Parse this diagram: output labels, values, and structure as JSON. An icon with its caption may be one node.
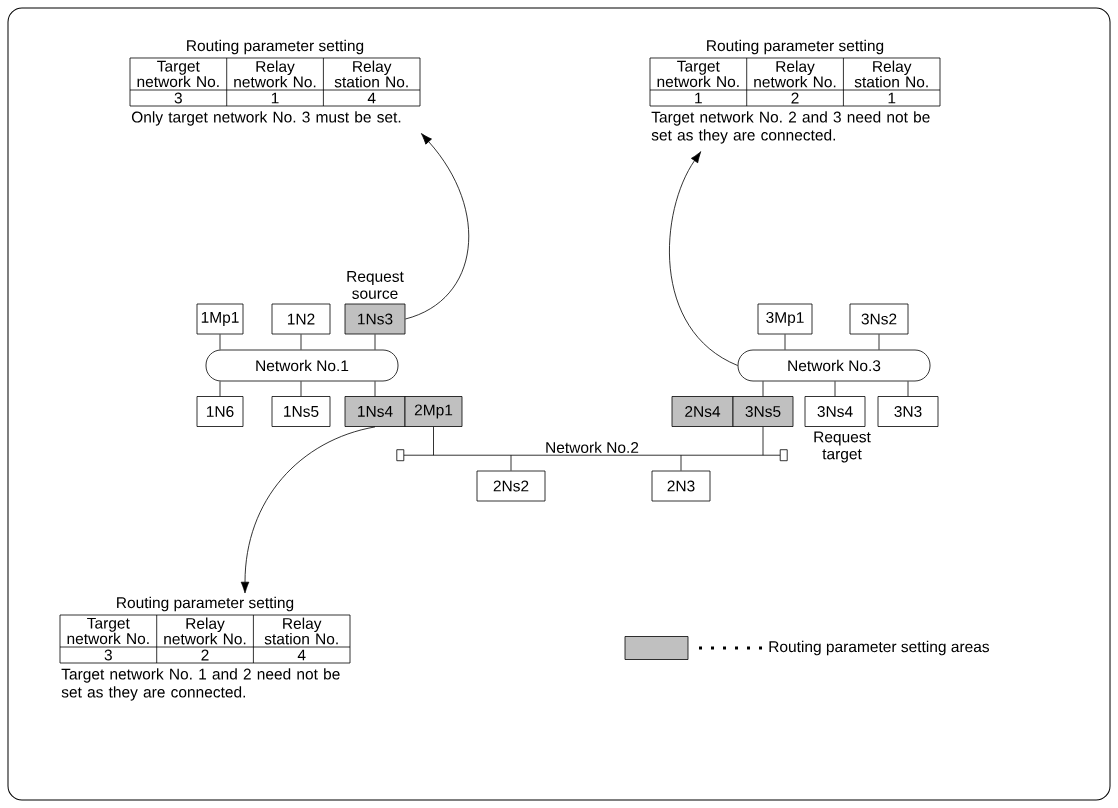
{
  "diagram": {
    "nodes": [
      {
        "text": [
          "Routing parameter setting",
          "Target network No.",
          "Relay network No.",
          "Relay station No.",
          "3",
          "1",
          "4",
          "Only target network No. 3 must be set."
        ]
      },
      {
        "text": [
          "Routing parameter setting",
          "Target network No.",
          "Relay network No.",
          "Relay station No.",
          "1",
          "2",
          "1",
          "Target network No. 2 and 3 need not be set as they are connected."
        ]
      },
      {
        "text": [
          "1Mp1"
        ]
      },
      {
        "text": [
          "1N2"
        ]
      },
      {
        "text": [
          "1Ns3"
        ],
        "beside": [
          "Request source"
        ]
      },
      {
        "text": [
          "Network No.1"
        ]
      },
      {
        "text": [
          "1N6"
        ]
      },
      {
        "text": [
          "1Ns5"
        ]
      },
      {
        "text": [
          "1Ns4"
        ]
      },
      {
        "text": [
          "2Mp1"
        ]
      },
      {
        "text": [
          "3Mp1"
        ]
      },
      {
        "text": [
          "3Ns2"
        ]
      },
      {
        "text": [
          "Network No.3"
        ]
      },
      {
        "text": [
          "2Ns4"
        ]
      },
      {
        "text": [
          "3Ns5"
        ]
      },
      {
        "text": [
          "3Ns4"
        ]
      },
      {
        "text": [
          "3N3"
        ]
      },
      {
        "text": [
          "Network No.2"
        ]
      },
      {
        "text": [
          "2Ns2"
        ]
      },
      {
        "text": [
          "2N3"
        ]
      },
      {
        "text": [
          "Routing parameter setting",
          "Target network No.",
          "Relay network No.",
          "Relay station No.",
          "3",
          "2",
          "4",
          "Target network No. 1 and 2 need not be set as they are connected."
        ]
      }
    ],
    "edges": [
      {
        "from": 2,
        "to": 5,
        "arrow": "none"
      },
      {
        "from": 3,
        "to": 5,
        "arrow": "none"
      },
      {
        "from": 4,
        "to": 5,
        "arrow": "none"
      },
      {
        "from": 5,
        "to": 6,
        "arrow": "none"
      },
      {
        "from": 5,
        "to": 7,
        "arrow": "none"
      },
      {
        "from": 5,
        "to": 8,
        "arrow": "none"
      },
      {
        "from": 10,
        "to": 12,
        "arrow": "none"
      },
      {
        "from": 11,
        "to": 12,
        "arrow": "none"
      },
      {
        "from": 12,
        "to": 14,
        "arrow": "none"
      },
      {
        "from": 12,
        "to": 15,
        "arrow": "none"
      },
      {
        "from": 12,
        "to": 16,
        "arrow": "none"
      },
      {
        "from": 9,
        "to": 17,
        "arrow": "none"
      },
      {
        "from": 14,
        "to": 17,
        "arrow": "none"
      },
      {
        "from": 17,
        "to": 18,
        "arrow": "none"
      },
      {
        "from": 17,
        "to": 19,
        "arrow": "none"
      },
      {
        "from": 4,
        "to": 0,
        "arrow": "to"
      },
      {
        "from": 12,
        "to": 1,
        "arrow": "to"
      },
      {
        "from": 8,
        "to": 20,
        "arrow": "to"
      }
    ],
    "labels": [
      "Request target"
    ],
    "legend": [
      {
        "text": "Routing parameter setting areas",
        "color": "#c0c0c0"
      }
    ]
  }
}
